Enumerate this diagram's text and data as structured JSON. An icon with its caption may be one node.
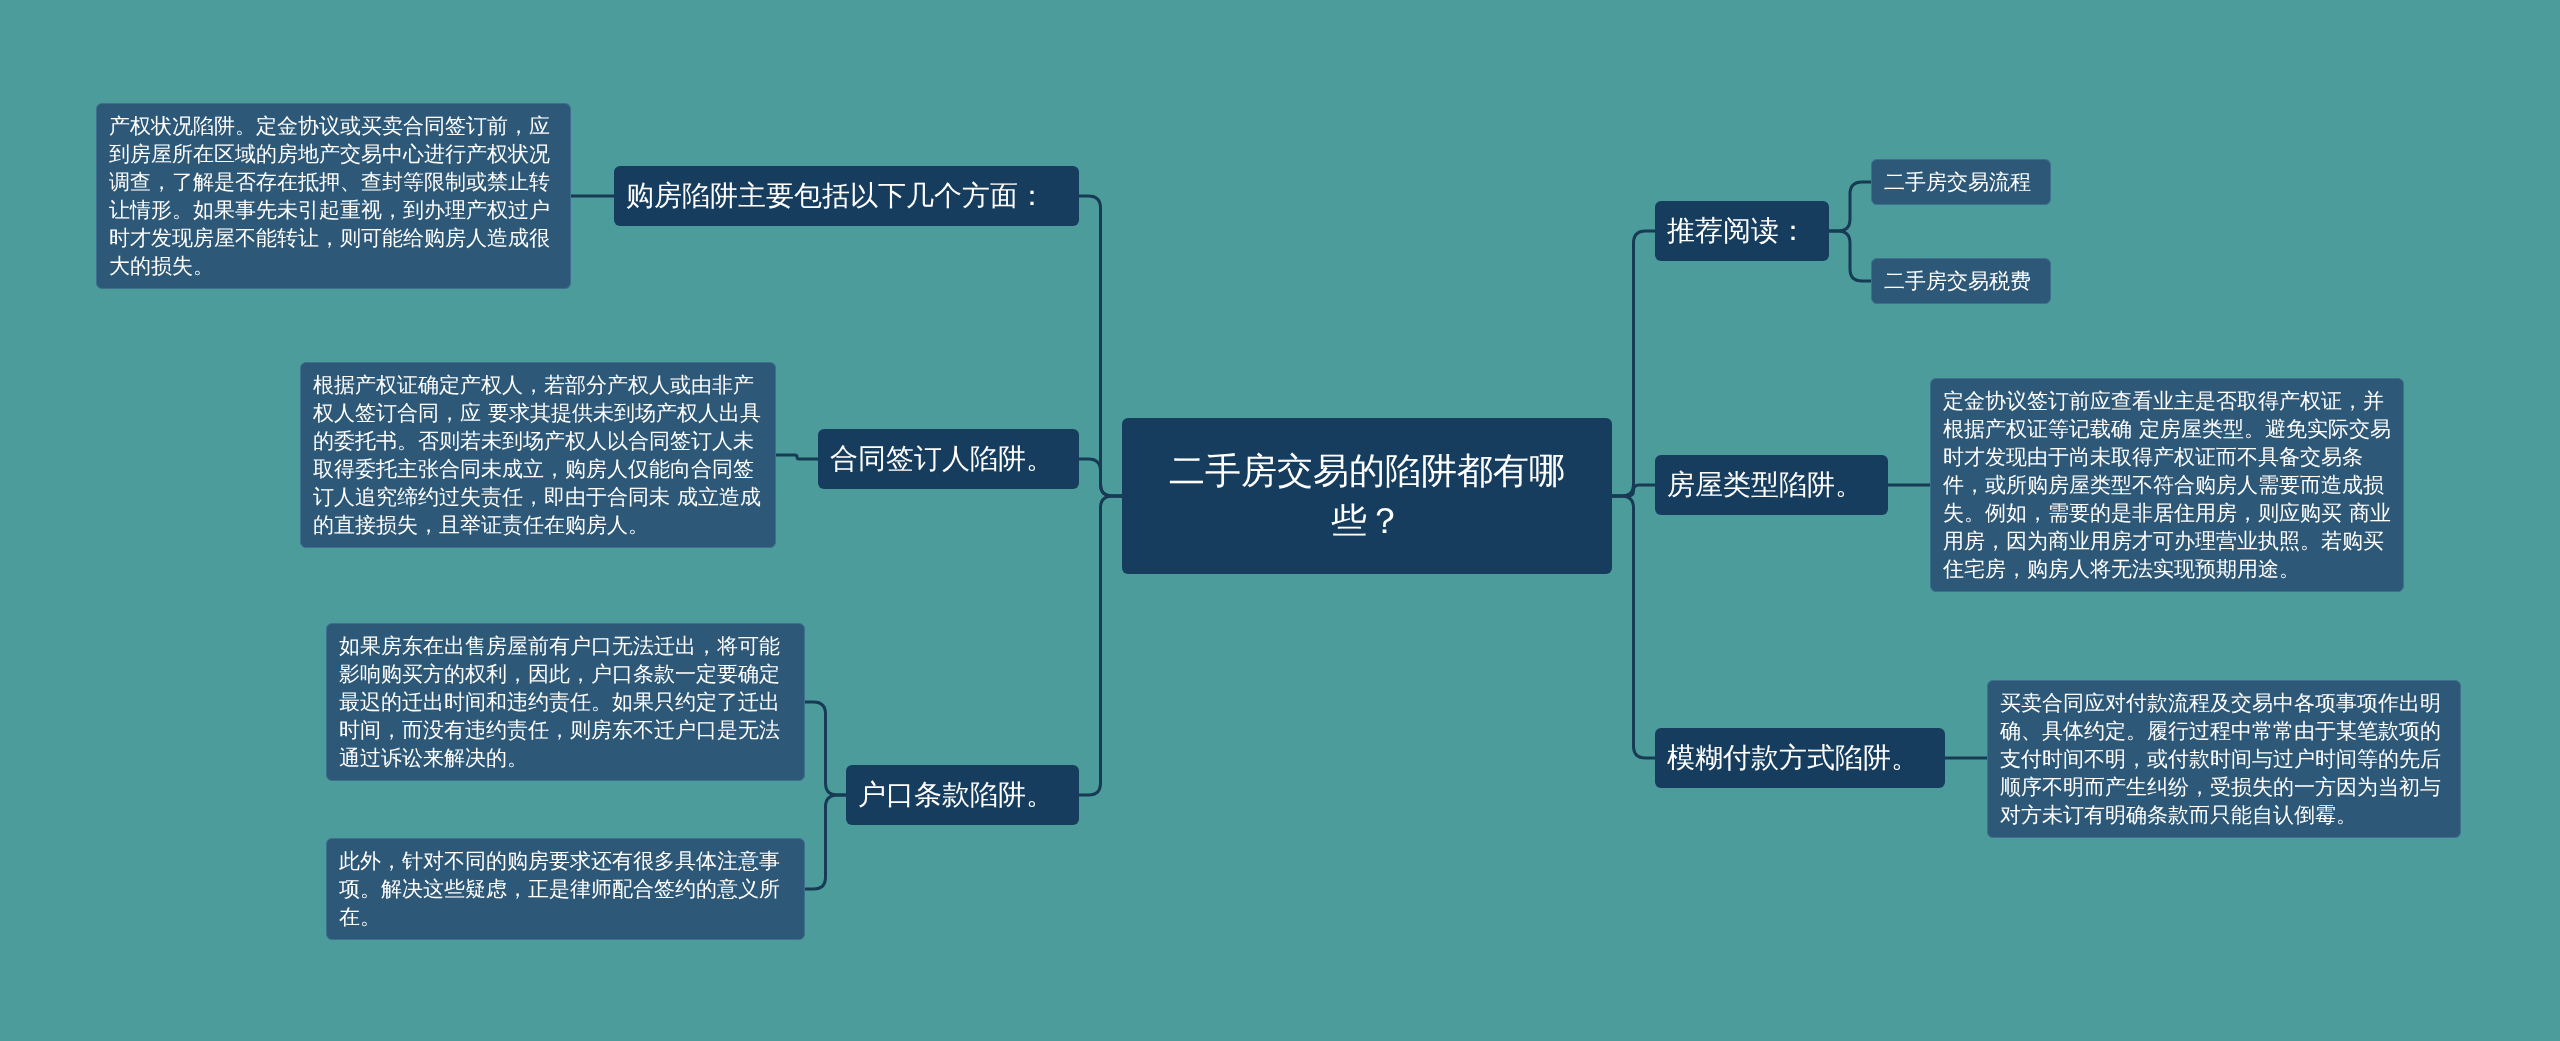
{
  "diagram": {
    "nodes": [
      {
        "text": [
          "二手房交易的陷阱都有哪些？"
        ]
      },
      {
        "text": [
          "购房陷阱主要包括以下几个方面："
        ]
      },
      {
        "text": [
          "产权状况陷阱。定金协议或买卖合同签订前，应到房屋所在区域的房地产交易中心进行产权状况调查，了解是否存在抵押、查封等限制或禁止转让情形。如果事先未引起重视，到办理产权过户时才发现房屋不能转让，则可能给购房人造成很大的损失。"
        ]
      },
      {
        "text": [
          "合同签订人陷阱。"
        ]
      },
      {
        "text": [
          "根据产权证确定产权人，若部分产权人或由非产权人签订合同，应 要求其提供未到场产权人出具的委托书。否则若未到场产权人以合同签订人未取得委托主张合同未成立，购房人仅能向合同签订人追究缔约过失责任，即由于合同未 成立造成的直接损失，且举证责任在购房人。"
        ]
      },
      {
        "text": [
          "户口条款陷阱。"
        ]
      },
      {
        "text": [
          "如果房东在出售房屋前有户口无法迁出，将可能影响购买方的权利，因此，户口条款一定要确定最迟的迁出时间和违约责任。如果只约定了迁出时间，而没有违约责任，则房东不迁户口是无法通过诉讼来解决的。"
        ]
      },
      {
        "text": [
          "此外，针对不同的购房要求还有很多具体注意事项。解决这些疑虑，正是律师配合签约的意义所在。"
        ]
      },
      {
        "text": [
          "推荐阅读："
        ]
      },
      {
        "text": [
          "二手房交易流程"
        ]
      },
      {
        "text": [
          "二手房交易税费"
        ]
      },
      {
        "text": [
          "房屋类型陷阱。"
        ]
      },
      {
        "text": [
          "定金协议签订前应查看业主是否取得产权证，并根据产权证等记载确 定房屋类型。避免实际交易时才发现由于尚未取得产权证而不具备交易条件，或所购房屋类型不符合购房人需要而造成损失。例如，需要的是非居住用房，则应购买 商业用房，因为商业用房才可办理营业执照。若购买住宅房，购房人将无法实现预期用途。"
        ]
      },
      {
        "text": [
          "模糊付款方式陷阱。"
        ]
      },
      {
        "text": [
          "买卖合同应对付款流程及交易中各项事项作出明确、具体约定。履行过程中常常由于某笔款项的支付时间不明，或付款时间与过户时间等的先后顺序不明而产生纠纷，受损失的一方因为当初与对方未订有明确条款而只能自认倒霉。"
        ]
      }
    ],
    "edges": [
      {
        "from": 0,
        "to": 1,
        "arrow": "none"
      },
      {
        "from": 1,
        "to": 2,
        "arrow": "none"
      },
      {
        "from": 0,
        "to": 3,
        "arrow": "none"
      },
      {
        "from": 3,
        "to": 4,
        "arrow": "none"
      },
      {
        "from": 0,
        "to": 5,
        "arrow": "none"
      },
      {
        "from": 5,
        "to": 6,
        "arrow": "none"
      },
      {
        "from": 5,
        "to": 7,
        "arrow": "none"
      },
      {
        "from": 0,
        "to": 8,
        "arrow": "none"
      },
      {
        "from": 8,
        "to": 9,
        "arrow": "none"
      },
      {
        "from": 8,
        "to": 10,
        "arrow": "none"
      },
      {
        "from": 0,
        "to": 11,
        "arrow": "none"
      },
      {
        "from": 11,
        "to": 12,
        "arrow": "none"
      },
      {
        "from": 0,
        "to": 13,
        "arrow": "none"
      },
      {
        "from": 13,
        "to": 14,
        "arrow": "none"
      }
    ]
  }
}
